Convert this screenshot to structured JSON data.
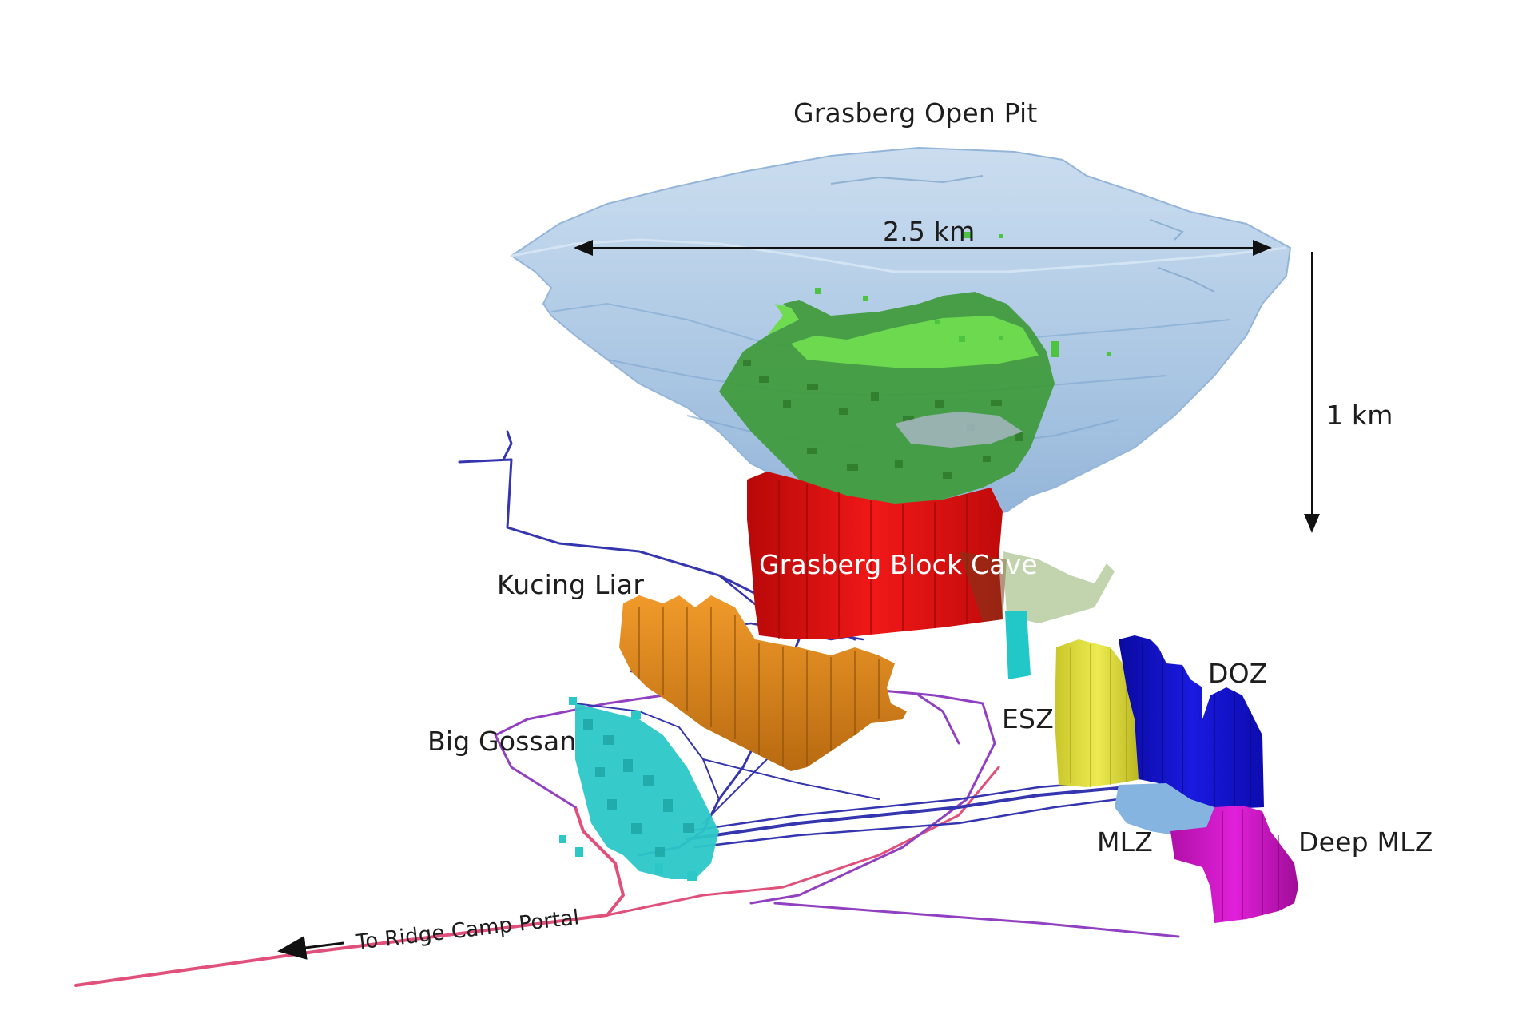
{
  "labels": {
    "open_pit": "Grasberg Open Pit",
    "width_dim": "2.5 km",
    "depth_dim": "1 km",
    "block_cave": "Grasberg Block Cave",
    "kucing_liar": "Kucing Liar",
    "big_gossan": "Big Gossan",
    "esz": "ESZ",
    "doz": "DOZ",
    "mlz": "MLZ",
    "deep_mlz": "Deep MLZ",
    "portal": "To Ridge Camp Portal"
  },
  "colors": {
    "open_pit": "#a9c8e6",
    "open_pit_edge": "#7fa6cf",
    "open_pit_ore": "#3e9a3a",
    "open_pit_ore_top": "#6fdc50",
    "block_cave": "#e01010",
    "kucing_liar": "#d98416",
    "big_gossan": "#2cc7c7",
    "esz": "#e2e03a",
    "doz": "#1414c8",
    "mlz": "#86b4e0",
    "deep_mlz": "#d418c8",
    "tunnels": "#3535b0",
    "ridge_camp_tunnel": "#e0507a",
    "secondary_tunnel": "#9040c0"
  }
}
